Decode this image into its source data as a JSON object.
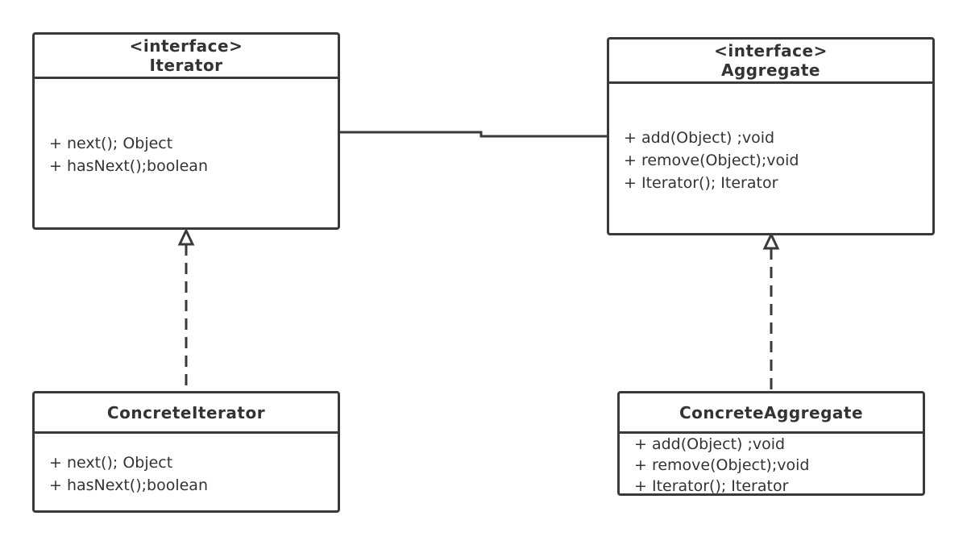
{
  "classes": {
    "iterator": {
      "stereotype": "<interface>",
      "name": "Iterator",
      "methods": [
        "+ next(); Object",
        "+ hasNext();boolean"
      ]
    },
    "aggregate": {
      "stereotype": "<interface>",
      "name": "Aggregate",
      "methods": [
        "+ add(Object) ;void",
        "+ remove(Object);void",
        "+ Iterator(); Iterator"
      ]
    },
    "concrete_iterator": {
      "name": "ConcreteIterator",
      "methods": [
        "+ next(); Object",
        "+ hasNext();boolean"
      ]
    },
    "concrete_aggregate": {
      "name": "ConcreteAggregate",
      "methods": [
        "+ add(Object) ;void",
        "+ remove(Object);void",
        "+ Iterator(); Iterator"
      ]
    }
  },
  "colors": {
    "line": "#3a3a3a",
    "text": "#333333",
    "background": "#ffffff"
  }
}
